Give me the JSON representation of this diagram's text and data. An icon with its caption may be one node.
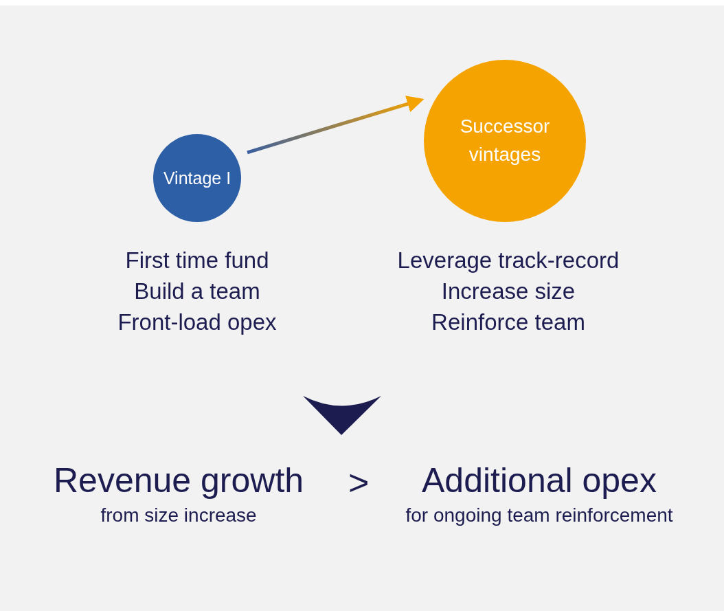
{
  "diagram": {
    "nodes": [
      {
        "text": [
          "Vintage I"
        ],
        "beside": [
          "First time fund",
          "Build a team",
          "Front-load opex"
        ]
      },
      {
        "text": [
          "Successor vintages"
        ],
        "beside": [
          "Leverage track-record",
          "Increase size",
          "Reinforce team"
        ]
      }
    ],
    "edges": [
      {
        "from": 0,
        "to": 1,
        "arrow": "to"
      }
    ],
    "labels": [
      "Revenue growth",
      "from size increase",
      ">",
      "Additional opex",
      "for ongoing team reinforcement"
    ]
  }
}
